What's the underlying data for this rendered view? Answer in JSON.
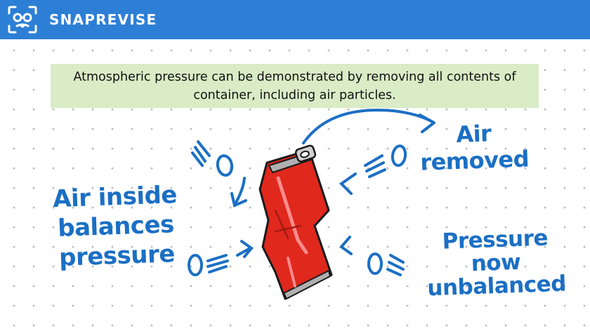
{
  "header": {
    "brand_name": "SNAPREVISE",
    "logo_icon": "owl-face-logo",
    "bar_color": "#2d7fd6"
  },
  "info": {
    "text": "Atmospheric pressure can be demonstrated by removing all contents of container, including air particles.",
    "background_color": "#d9ecc6"
  },
  "diagram": {
    "can_color": "#e0281d",
    "ink_color": "#1b6fc4",
    "labels": {
      "air_inside": "Air inside balances pressure",
      "air_removed": "Air removed",
      "pressure_unbalanced": "Pressure now unbalanced"
    },
    "particle_symbol": "O"
  }
}
